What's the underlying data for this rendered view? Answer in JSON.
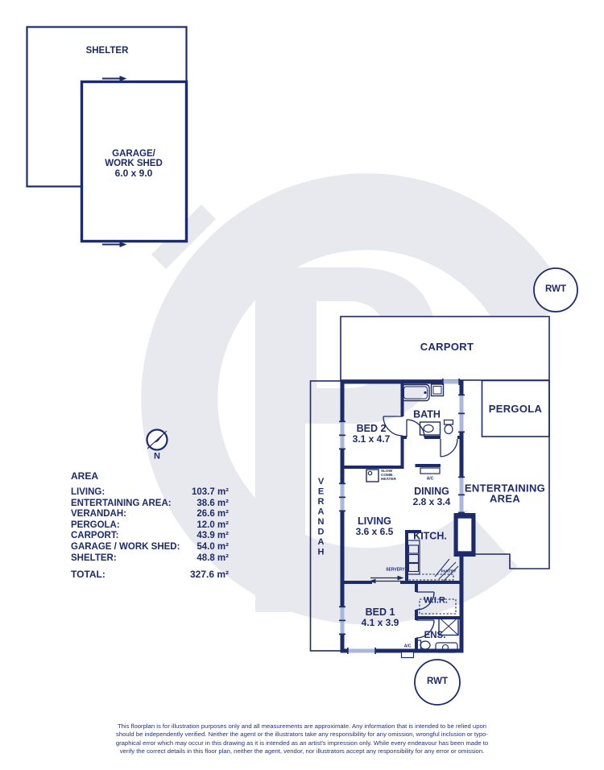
{
  "watermark_monogram": "CP",
  "colors": {
    "navy": "#1c2b6a",
    "window_blue": "#aab6da",
    "watermark_gray": "#e8e8ef"
  },
  "plan": {
    "shelter": "SHELTER",
    "garage_line1": "GARAGE/",
    "garage_line2": "WORK SHED",
    "garage_dims": "6.0 x 9.0",
    "rwt": "RWT",
    "carport": "CARPORT",
    "pergola": "PERGOLA",
    "verandah": "VERANDAH",
    "entertaining_line1": "ENTERTAINING",
    "entertaining_line2": "AREA",
    "bed2": "BED 2",
    "bed2_dims": "3.1 x 4.7",
    "bath": "BATH",
    "living": "LIVING",
    "living_dims": "3.6 x 6.5",
    "dining": "DINING",
    "dining_dims": "2.8 x 3.4",
    "kitchen": "KITCH.",
    "bed1": "BED 1",
    "bed1_dims": "4.1 x 3.9",
    "wir": "W.I.R.",
    "ens": "ENS.",
    "servery": "SERVERY",
    "pantry": "PANTRY",
    "ac": "A/C",
    "heater_line1": "SLOW",
    "heater_line2": "COMB.",
    "heater_line3": "HEATER",
    "compass_n": "N"
  },
  "area_table": {
    "title": "AREA",
    "rows": [
      {
        "label": "LIVING:",
        "value": "103.7 m²"
      },
      {
        "label": "ENTERTAINING AREA:",
        "value": "38.6 m²"
      },
      {
        "label": "VERANDAH:",
        "value": "26.6 m²"
      },
      {
        "label": "PERGOLA:",
        "value": "12.0 m²"
      },
      {
        "label": "CARPORT:",
        "value": "43.9 m²"
      },
      {
        "label": "GARAGE / WORK SHED:",
        "value": "54.0 m²"
      },
      {
        "label": "SHELTER:",
        "value": "48.8 m²"
      }
    ],
    "total_label": "TOTAL:",
    "total_value": "327.6 m²"
  },
  "disclaimer": {
    "lines": [
      "This floorplan is for illustration purposes only and all measurements are approximate. Any information that is intended to be relied upon",
      "should be independently verified. Neither the agent or the illustrators take any responsibility for any omission, wrongful inclusion or typo-",
      "graphical error which may occur in this drawing as it is intended as an artist's impression only. While every endeavour has been made to",
      "verify the correct details in this floor plan, neither the agent, vendor, nor illustrators accept any responsibility for any error or omission."
    ]
  }
}
